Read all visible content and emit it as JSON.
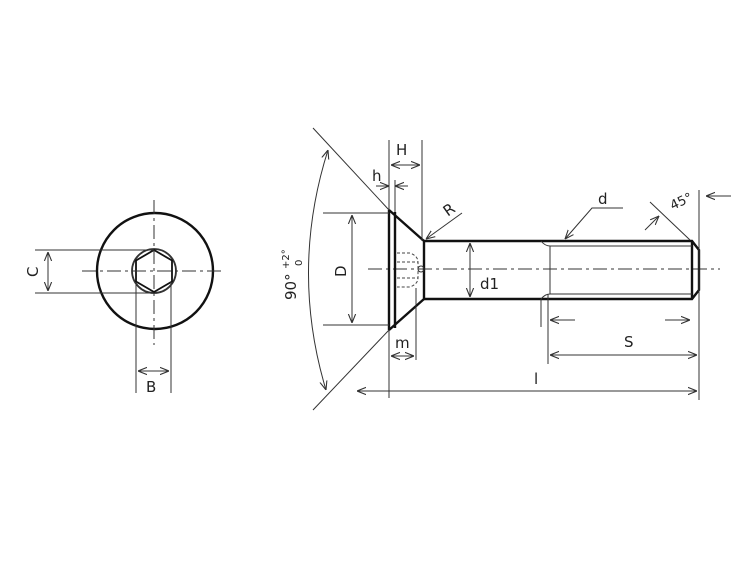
{
  "title": "Hexagon socket countersunk head screw dimension drawing",
  "labels": {
    "C": "C",
    "B": "B",
    "H": "H",
    "h": "h",
    "R": "R",
    "d": "d",
    "chamfer_angle": "45°",
    "D": "D",
    "d1": "d1",
    "m": "m",
    "S": "S",
    "l": "l",
    "head_angle": "90°",
    "head_tol_upper": "+2°",
    "head_tol_lower": "0"
  },
  "colors": {
    "line": "#111111",
    "background": "#ffffff"
  }
}
